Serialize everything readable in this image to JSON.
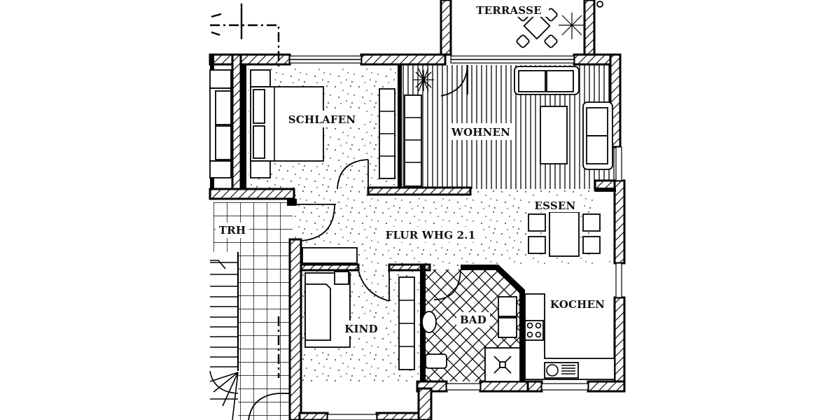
{
  "plan": {
    "title": "FLUR WHG 2.1",
    "rooms": [
      {
        "id": "terrasse",
        "label": "TERRASSE"
      },
      {
        "id": "schlafen",
        "label": "SCHLAFEN"
      },
      {
        "id": "wohnen",
        "label": "WOHNEN"
      },
      {
        "id": "essen",
        "label": "ESSEN"
      },
      {
        "id": "flur",
        "label": "FLUR WHG 2.1"
      },
      {
        "id": "trh",
        "label": "TRH"
      },
      {
        "id": "kind",
        "label": "KIND"
      },
      {
        "id": "bad",
        "label": "BAD"
      },
      {
        "id": "kochen",
        "label": "KOCHEN"
      }
    ],
    "floor_patterns": {
      "schlafen": "speckle",
      "flur": "speckle",
      "kind": "speckle",
      "wohnen": "vertical-lines",
      "bad": "diagonal-crosshatch",
      "trh": "square-tiles",
      "kochen": "plain",
      "terrasse": "plain"
    },
    "colors": {
      "ink": "#000000",
      "paper": "#ffffff"
    }
  }
}
